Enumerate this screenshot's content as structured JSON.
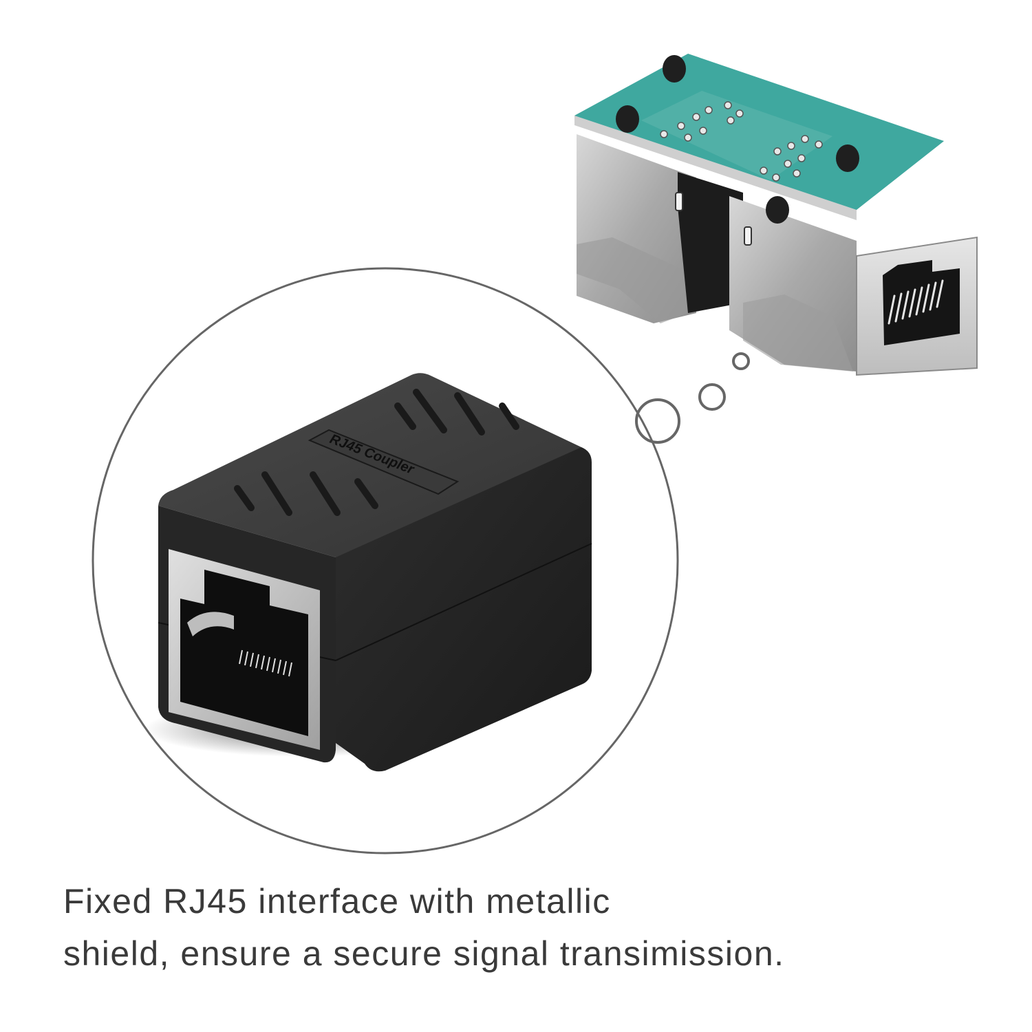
{
  "image": {
    "description": "Product illustration of an RJ45 Ethernet coupler with a thought bubble showing the internal shielded circuit board",
    "background_color": "#ffffff"
  },
  "product": {
    "name": "RJ45 Coupler",
    "label_text": "RJ45 Coupler",
    "body_color": "#2b2b2b",
    "port_frame_color": "#c8c8c8"
  },
  "internal_view": {
    "pcb_color": "#3fa89f",
    "shield_color": "#b9b9b9"
  },
  "thought_bubble": {
    "stroke_color": "#666666",
    "bubble_count": 3
  },
  "caption": {
    "line1": "Fixed RJ45 interface with metallic",
    "line2": "shield, ensure a secure signal transimission.",
    "color": "#3a3a3a"
  }
}
